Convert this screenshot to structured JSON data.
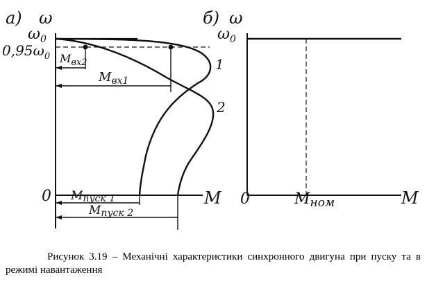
{
  "panel_a": {
    "label": "а)",
    "y_axis": "ω",
    "x_axis": "M",
    "origin": "0",
    "omega0": "ω",
    "omega0_sub": "0",
    "omega095": "0,95ω",
    "omega095_sub": "0",
    "m_vx2": "M",
    "m_vx2_sub": "вх2",
    "m_vx1": "M",
    "m_vx1_sub": "вх1",
    "curve1": "1",
    "curve2": "2",
    "m_start1": "M",
    "m_start1_sub": "пуск 1",
    "m_start2": "M",
    "m_start2_sub": "пуск 2"
  },
  "panel_b": {
    "label": "б)",
    "y_axis": "ω",
    "x_axis": "M",
    "origin": "0",
    "omega0": "ω",
    "omega0_sub": "0",
    "m_nom": "M",
    "m_nom_sub": "ном"
  },
  "caption": "Рисунок 3.19 – Механічні характеристики синхронного двигуна при пуску та в режимі навантаження"
}
